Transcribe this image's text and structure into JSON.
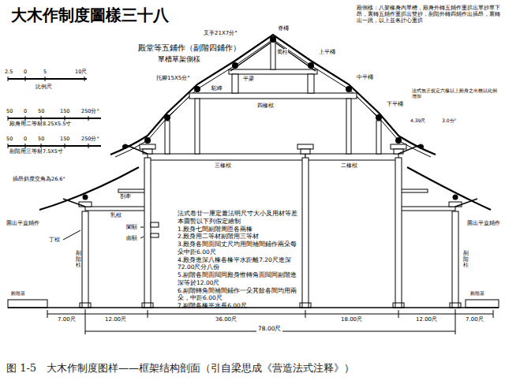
{
  "diagram": {
    "title": "大木作制度圖樣三十八",
    "caption": "图 1-5　大木作制度图样——框架结构剖面（引自梁思成《营造法式注释》）",
    "labels": [
      "殿堂等五鋪作（副階四鋪作）",
      "單槽草架側樣",
      "殿側樣：八架椽身內單槽，殿身外轉五鋪作重拱出單抄單下昂，裏轉五鋪作重拱出雙抄，副階外轉四鋪作出插昂，裏轉出一跳，以上並各計心重拱",
      "2.5",
      "0",
      "5",
      "10尺",
      "比例尺",
      "50",
      "0",
      "50",
      "150",
      "250分°",
      "殿身用二等材8.25X5.5寸",
      "50",
      "0",
      "50",
      "150",
      "250分°",
      "副階用三等材7.5X5寸",
      "脊槫",
      "叉手21X7分°",
      "托腳15X5分°",
      "蜀柱",
      "平梁",
      "上平槫",
      "駝峰",
      "中平槫",
      "四椽栿",
      "下平槫",
      "三椽栿",
      "二椽栿",
      "劄牽",
      "乳栿",
      "闌額",
      "由額",
      "丁栿",
      "插昂斜度交角為26.6°",
      "圖出平直鋪作",
      "圖出平直鋪作",
      "副階柱",
      "副階柱",
      "4.39尺",
      "3.0分°",
      "法式無正規定六椽以上殿身之出檐以此例增加",
      "法式卷廿一厘定蓋法明尺寸大小及用材等差本圖暫以下列假定繪制",
      "1.殿身七間副階周匝各兩椽",
      "2.殿身用二等材副階用三等材",
      "3.殿身各間面闊丈尺均用間補間鋪作兩朵每朵中距6.00尺",
      "4.殿身進深八椽各椽平水距離7.20尺進深72.00尺分八份",
      "5.副階各間面闊同殿身惟轉角面闊同副階進深等於12.00尺",
      "6.副階轉角間補間鋪作一朵其餘各間均用兩朵，中距6.00尺",
      "7.副階各椽平水長6.00尺",
      "殿階基",
      "殿階基",
      "7.00尺",
      "12.00尺",
      "36.00尺",
      "18.00尺",
      "12.00尺",
      "7.00尺",
      "78.00尺"
    ]
  }
}
